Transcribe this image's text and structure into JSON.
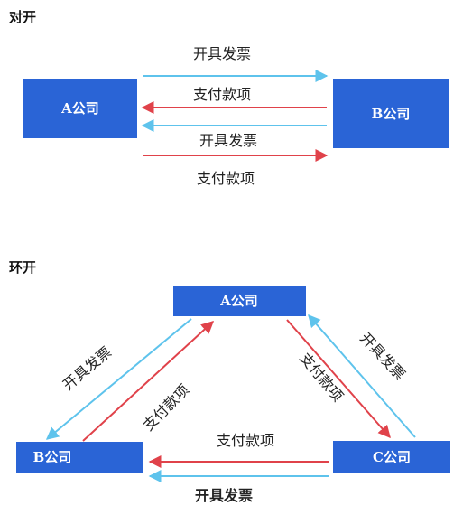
{
  "colors": {
    "box": "#2a64d6",
    "invoice_arrow": "#5ec3ec",
    "payment_arrow": "#e0424a"
  },
  "mutual": {
    "title": "对开",
    "company_a": "A公司",
    "company_b": "B公司",
    "label_invoice_top": "开具发票",
    "label_payment_top": "支付款项",
    "label_invoice_bottom": "开具发票",
    "label_payment_bottom": "支付款项"
  },
  "ring": {
    "title": "环开",
    "company_a": "A公司",
    "company_b": "B公司",
    "company_c": "C公司",
    "label_invoice_left": "开具发票",
    "label_payment_left": "支付款项",
    "label_payment_right": "支付款项",
    "label_invoice_right": "开具发票",
    "label_payment_bottom": "支付款项",
    "label_invoice_bottom": "开具发票"
  }
}
